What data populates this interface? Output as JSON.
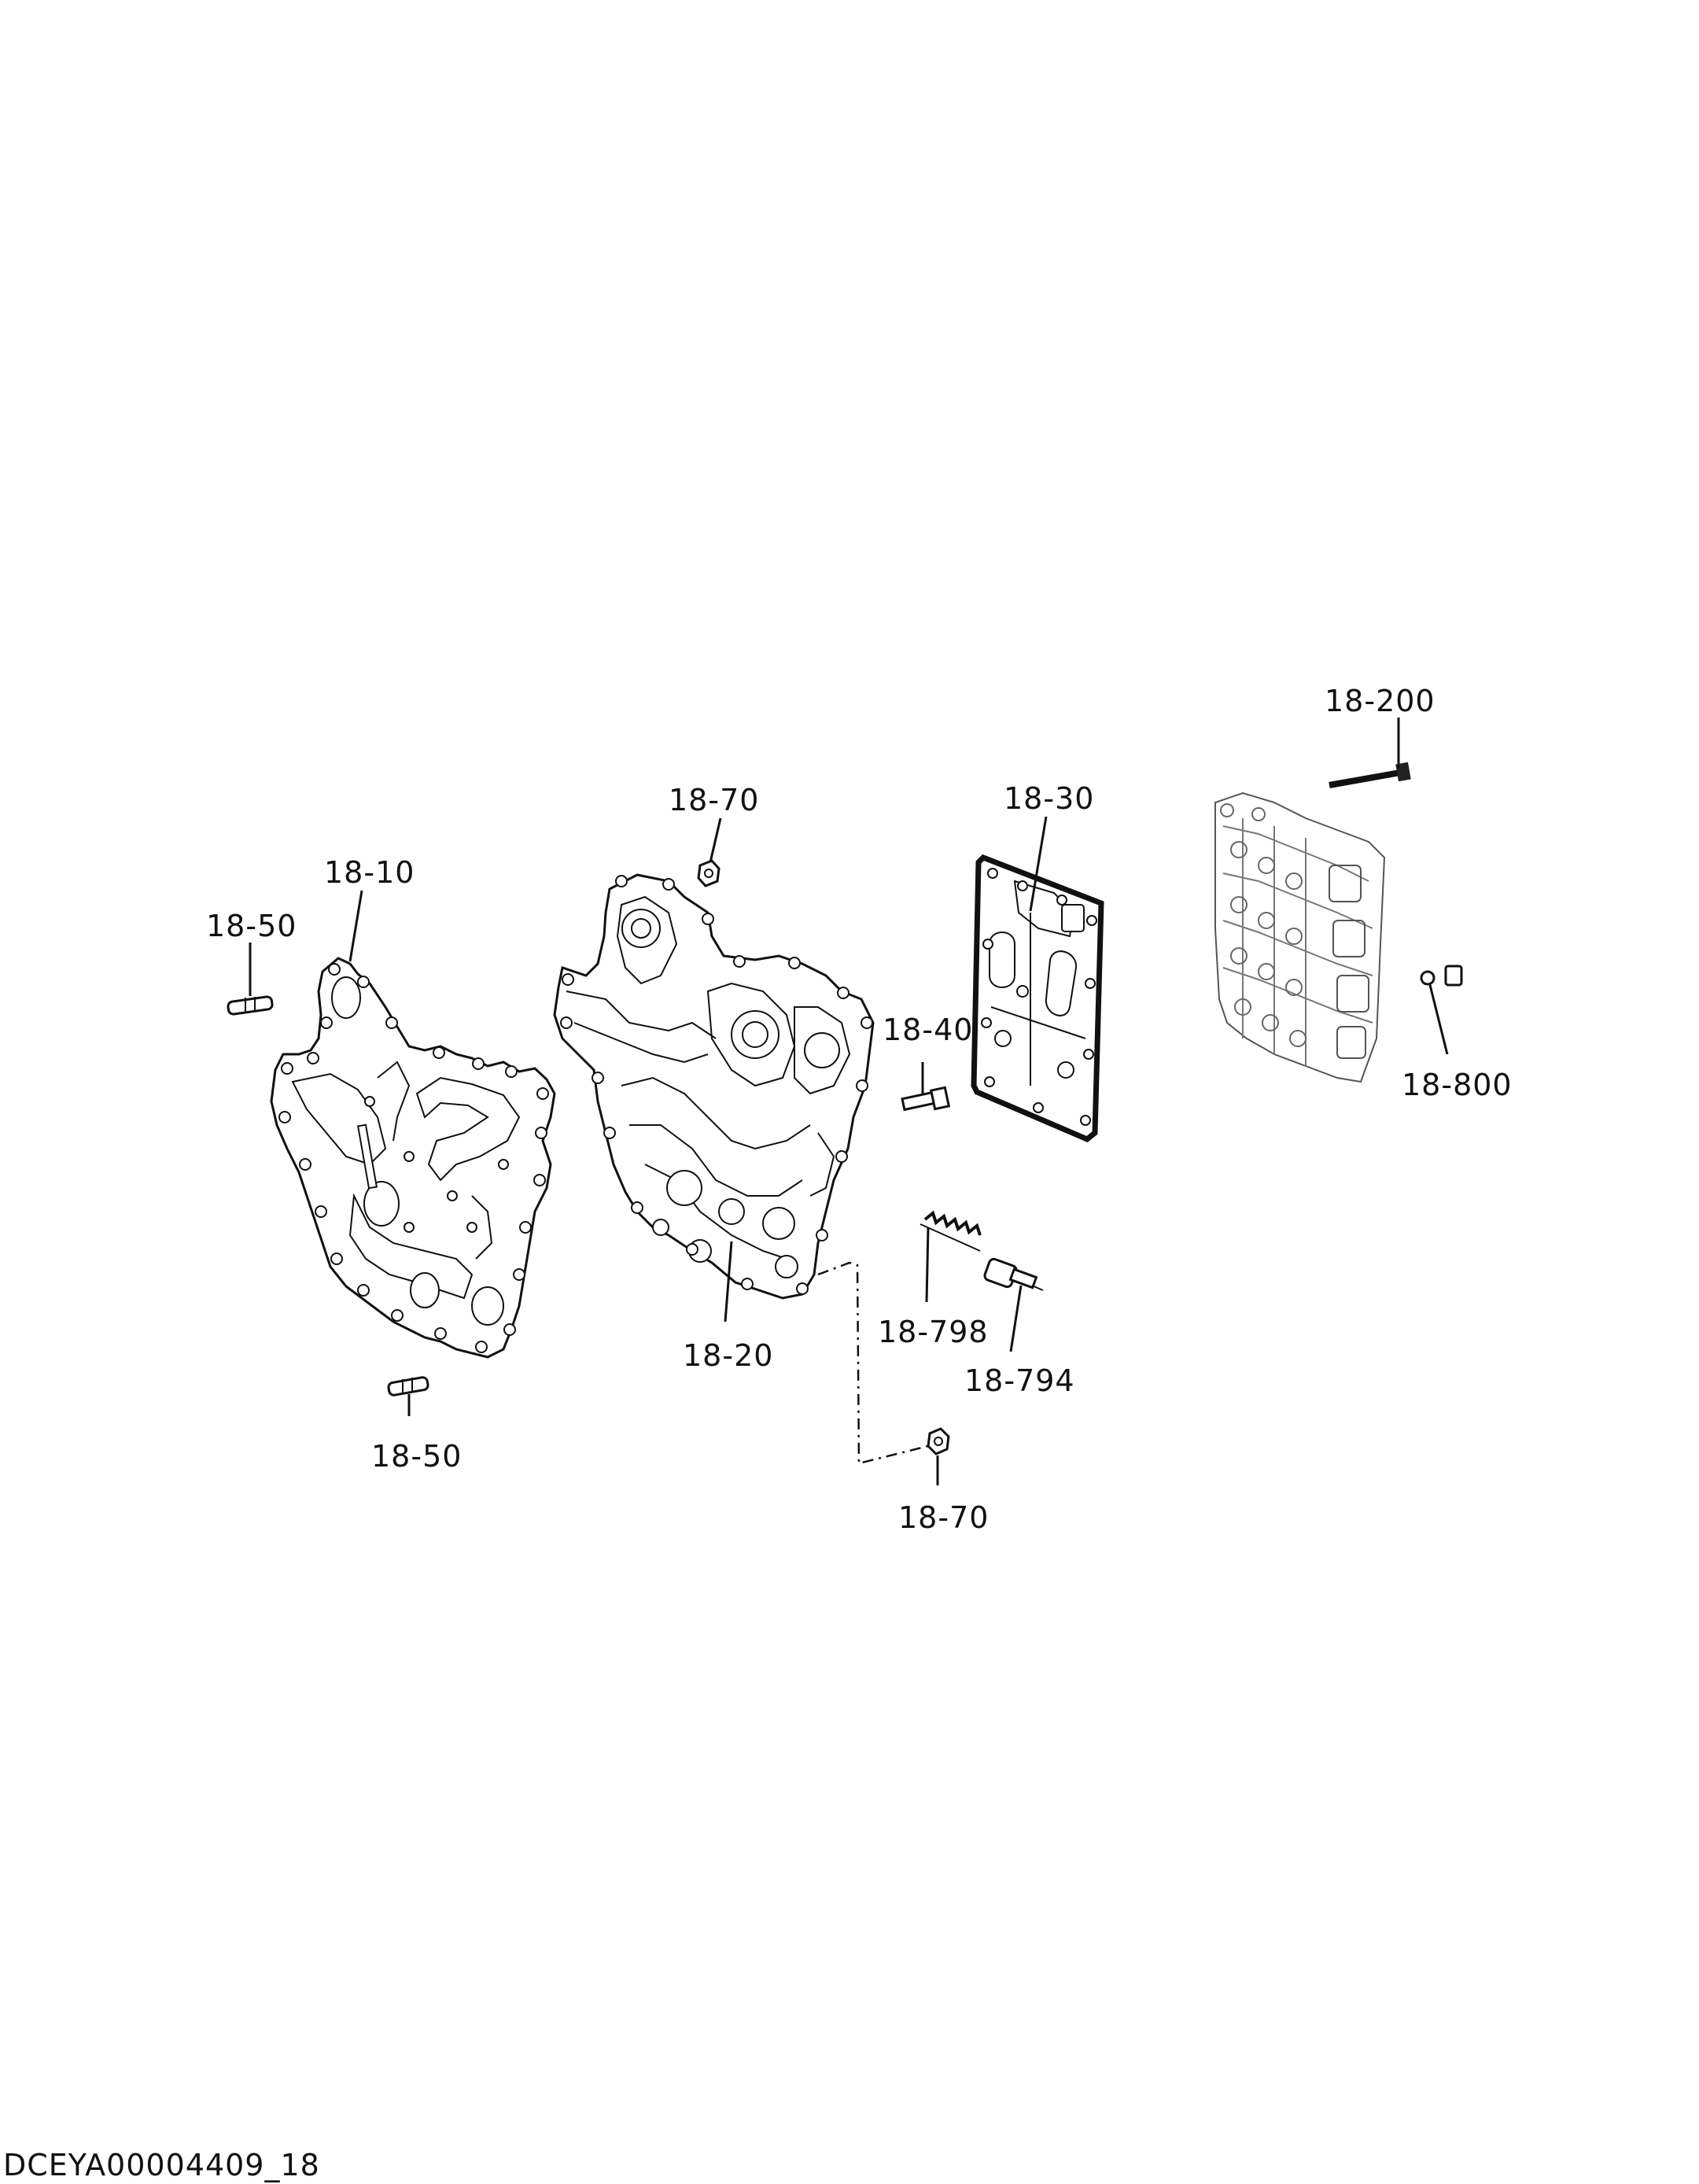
{
  "document_id": "DCEYA00004409_18",
  "callouts": {
    "p18_10": "18-10",
    "p18_20": "18-20",
    "p18_30": "18-30",
    "p18_40": "18-40",
    "p18_50_top": "18-50",
    "p18_50_bottom": "18-50",
    "p18_70_top": "18-70",
    "p18_70_bottom": "18-70",
    "p18_200": "18-200",
    "p18_794": "18-794",
    "p18_798": "18-798",
    "p18_800": "18-800"
  },
  "parts": [
    {
      "id": "18-10",
      "depiction": "gasket-plate"
    },
    {
      "id": "18-20",
      "depiction": "valve-body-housing"
    },
    {
      "id": "18-30",
      "depiction": "separator-gasket"
    },
    {
      "id": "18-40",
      "depiction": "bolt"
    },
    {
      "id": "18-50",
      "depiction": "dowel-pin"
    },
    {
      "id": "18-70",
      "depiction": "plug"
    },
    {
      "id": "18-200",
      "depiction": "long-bolt"
    },
    {
      "id": "18-794",
      "depiction": "valve-spool"
    },
    {
      "id": "18-798",
      "depiction": "spring"
    },
    {
      "id": "18-800",
      "depiction": "plug-with-seal"
    }
  ]
}
